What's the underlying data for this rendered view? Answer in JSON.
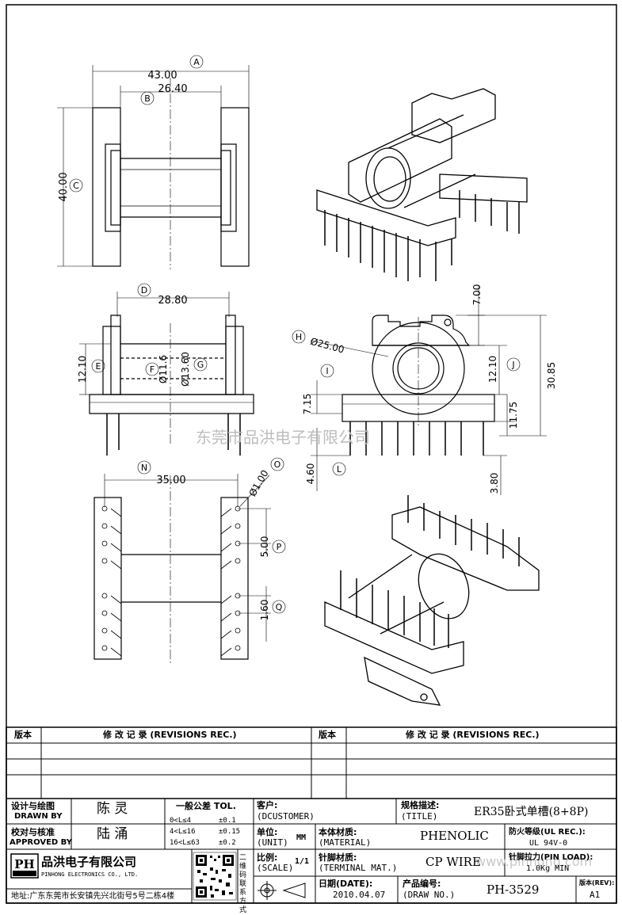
{
  "dims": {
    "A": "A",
    "A_val": "43.00",
    "B": "B",
    "B_val": "26.40",
    "C": "C",
    "C_val": "40.00",
    "D": "D",
    "D_val": "28.80",
    "E": "E",
    "E_val": "12.10",
    "F": "F",
    "F_val": "Ø11.6",
    "G": "G",
    "G_val": "Ø13.60",
    "H": "H",
    "H_val": "Ø25.00",
    "I": "I",
    "I_val": "7.15",
    "J": "J",
    "J_val": "12.10",
    "K_val": "7.00",
    "total_val": "30.85",
    "M_val": "11.75",
    "L": "L",
    "L_val": "4.60",
    "R_val": "3.80",
    "N": "N",
    "N_val": "35.00",
    "O": "O",
    "O_val": "Ø1.00",
    "P": "P",
    "P_val": "5.00",
    "Q": "Q",
    "Q_val": "1.60"
  },
  "watermarks": {
    "center": "东莞市品洪电子有限公司",
    "corner": "www.pinhong.com"
  },
  "revisions": {
    "version_label": "版本",
    "record_label": "修 改 记 录 (REVISIONS REC.)",
    "version_label_2": "版本",
    "record_label_2": "修 改 记 录 (REVISIONS REC.)"
  },
  "title_block": {
    "design_label_cn": "设计与绘图",
    "design_label_en": "DRAWN BY",
    "designer": "陈 灵",
    "check_label_cn": "校对与核准",
    "check_label_en": "APPROVED BY",
    "checker": "陆 涌",
    "tol_label": "一般公差 TOL.",
    "tol_rows": [
      {
        "range": "0<L≤4",
        "tol": "±0.1"
      },
      {
        "range": "4<L≤16",
        "tol": "±0.15"
      },
      {
        "range": "16<L≤63",
        "tol": "±0.2"
      }
    ],
    "customer_label": "客户:",
    "customer_en": "(DCUSTOMER)",
    "spec_label": "规格描述:",
    "spec_en": "(TITLE)",
    "title": "ER35卧式单槽(8+8P)",
    "unit_label": "单位:",
    "unit_en": "(UNIT)",
    "unit": "MM",
    "material_label": "本体材质:",
    "material_en": "(MATERIAL)",
    "material": "PHENOLIC",
    "fire_label": "防火等级(UL REC.):",
    "fire": "UL 94V-0",
    "scale_label": "比例:",
    "scale_en": "(SCALE)",
    "scale": "1/1",
    "terminal_label": "针脚材质:",
    "terminal_en": "(TERMINAL MAT.)",
    "terminal": "CP WIRE",
    "pinload_label": "针脚拉力(PIN LOAD):",
    "pinload": "1.0Kg MIN",
    "date_label": "日期(DATE):",
    "date": "2010.04.07",
    "drawno_label": "产品编号:",
    "drawno_en": "(DRAW NO.)",
    "drawno": "PH-3529",
    "rev_label": "版本(REV):",
    "rev": "A1",
    "company_cn": "品洪电子有限公司",
    "company_en": "PINHONG ELECTRONICS CO., LTD.",
    "address": "地址:广东东莞市长安镇先兴北街号5号二栋4楼",
    "qr_side": "二维码联系方式",
    "logo_text": "PH"
  }
}
